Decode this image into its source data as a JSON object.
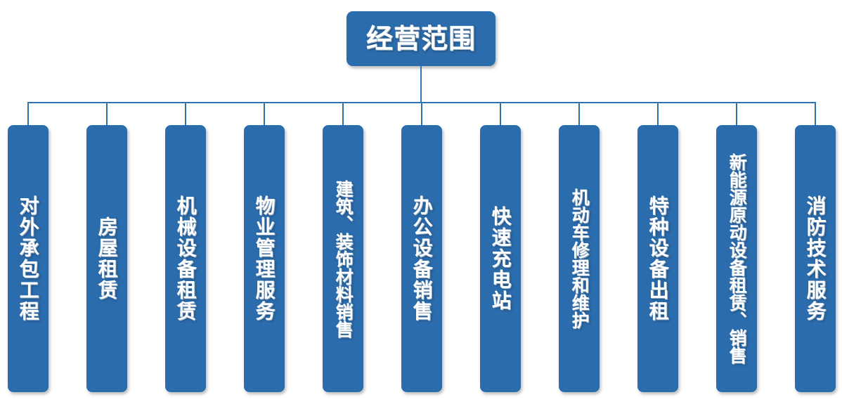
{
  "diagram": {
    "type": "organization-tree",
    "orientation": "top-down",
    "colors": {
      "node_fill": "#2B6CAD",
      "connector": "#2E75B6",
      "node_text": "#FFFFFF",
      "background": "#FFFFFF"
    },
    "root": {
      "label": "经营范围"
    },
    "children": [
      {
        "label": "对外承包工程"
      },
      {
        "label": "房屋租赁"
      },
      {
        "label": "机械设备租赁"
      },
      {
        "label": "物业管理服务"
      },
      {
        "label": "建筑、装饰材料销售"
      },
      {
        "label": "办公设备销售"
      },
      {
        "label": "快速充电站"
      },
      {
        "label": "机动车修理和维护"
      },
      {
        "label": "特种设备出租"
      },
      {
        "label": "新能源原动设备租赁、销售"
      },
      {
        "label": "消防技术服务"
      }
    ]
  }
}
